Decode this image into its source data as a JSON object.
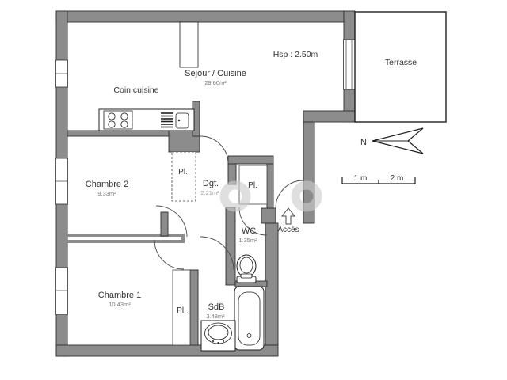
{
  "plan": {
    "rooms": {
      "sejour": {
        "name": "Séjour / Cuisine",
        "area": "29.60m²"
      },
      "chambre2": {
        "name": "Chambre 2",
        "area": "9.33m²"
      },
      "chambre1": {
        "name": "Chambre 1",
        "area": "10.43m²"
      },
      "dgt": {
        "name": "Dgt.",
        "area": "2.21m²"
      },
      "wc": {
        "name": "WC",
        "area": "1.35m²"
      },
      "sdb": {
        "name": "SdB",
        "area": "3.48m²"
      },
      "terrasse": {
        "name": "Terrasse"
      }
    },
    "closets": {
      "pl1": {
        "label": "Pl."
      },
      "pl2": {
        "label": "Pl."
      },
      "pl3": {
        "label": "Pl."
      }
    },
    "annotations": {
      "coin_cuisine": "Coin cuisine",
      "ceiling_height": "Hsp : 2.50m",
      "access": "Accès",
      "north": "N"
    },
    "scale_bar": {
      "label_1m": "1 m",
      "label_2m": "2 m"
    },
    "colors": {
      "wall": "#8c8c8c",
      "outline": "#2e2e2e",
      "watermark": "#cbcbcb"
    },
    "fixtures": [
      "stove-icon",
      "dish-rack-icon",
      "kitchen-sink-icon",
      "toilet-icon",
      "bathtub-icon",
      "washbasin-icon"
    ]
  }
}
